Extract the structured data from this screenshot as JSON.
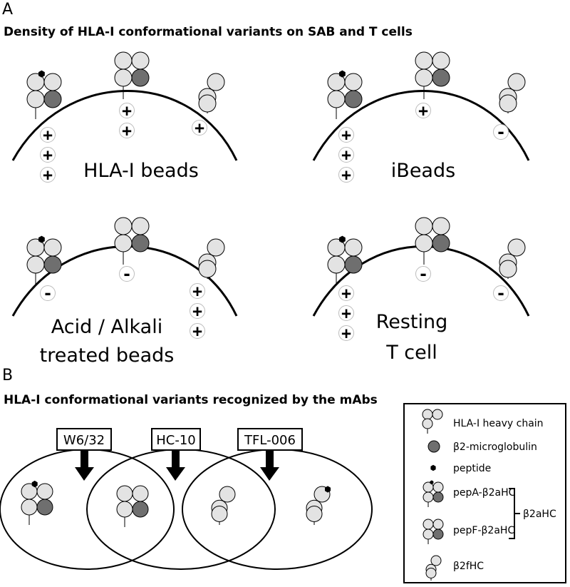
{
  "figure": {
    "panel_a": {
      "letter": "A",
      "title": "Density of HLA-I conformational variants on SAB and T cells",
      "cells": [
        {
          "label_lines": [
            "HLA-I beads"
          ],
          "left_signs": [
            "+",
            "+",
            "+"
          ],
          "center_signs": [
            "+",
            "+"
          ],
          "right_signs": [
            "+"
          ]
        },
        {
          "label_lines": [
            "iBeads"
          ],
          "left_signs": [
            "+",
            "+",
            "+"
          ],
          "center_signs": [
            "+"
          ],
          "right_signs": [
            "-"
          ]
        },
        {
          "label_lines": [
            "Acid / Alkali",
            "treated beads"
          ],
          "left_signs": [
            "-"
          ],
          "center_signs": [
            "-"
          ],
          "right_signs": [
            "+",
            "+",
            "+"
          ]
        },
        {
          "label_lines": [
            "Resting",
            "T cell"
          ],
          "left_signs": [
            "+",
            "+",
            "+"
          ],
          "center_signs": [
            "-"
          ],
          "right_signs": [
            "-"
          ]
        }
      ]
    },
    "panel_b": {
      "letter": "B",
      "title": "HLA-I conformational variants recognized by the mAbs",
      "antibodies": [
        "W6/32",
        "HC-10",
        "TFL-006"
      ]
    },
    "legend": {
      "heavy_chain": "HLA-I heavy chain",
      "b2m": "β2-microglobulin",
      "peptide": "peptide",
      "pepA": "pepA-β2aHC",
      "pepF": "pepF-β2aHC",
      "group": "β2aHC",
      "free": "β2fHC"
    },
    "colors": {
      "heavy_chain_fill": "#e3e3e3",
      "b2m_fill": "#6f6f6f",
      "peptide_fill": "#000000",
      "line": "#000000"
    }
  }
}
